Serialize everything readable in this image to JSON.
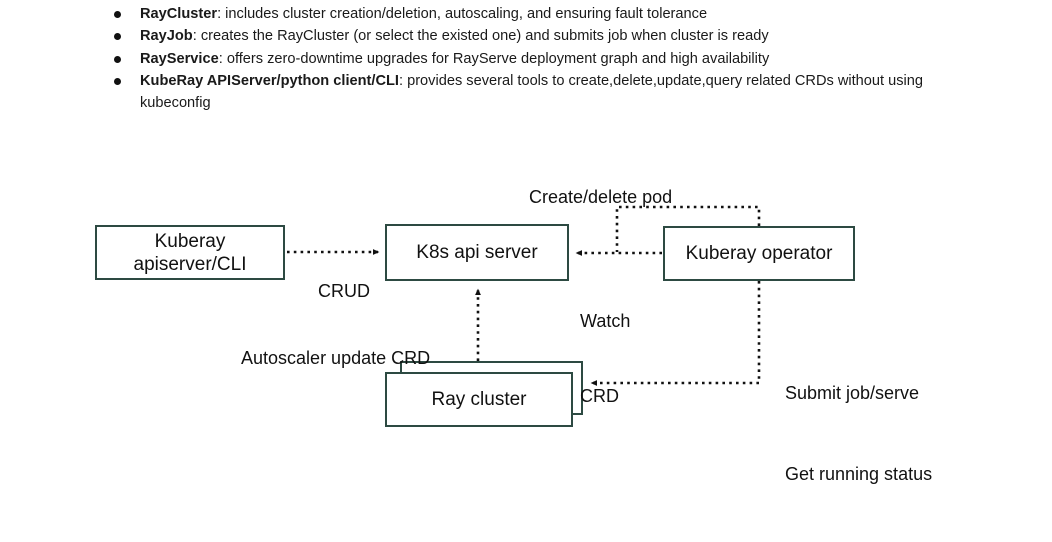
{
  "bullets": [
    {
      "marker": "bullet-dot",
      "term": "RayCluster",
      "rest": ": includes cluster creation/deletion, autoscaling, and ensuring fault tolerance"
    },
    {
      "marker": "bullet-dot",
      "term": "RayJob",
      "rest": ": creates the RayCluster (or select the existed one) and submits job when cluster is ready"
    },
    {
      "marker": "bullet-dot",
      "term": "RayService",
      "rest": ": offers zero-downtime upgrades for RayServe deployment graph and high availability"
    },
    {
      "marker": "bullet-dot",
      "term": "KubeRay APIServer/python client/CLI",
      "rest": ": provides several tools to create,delete,update,query related CRDs",
      "continuation": "without using kubeconfig"
    }
  ],
  "diagram": {
    "nodes": {
      "kuberay_apiserver": {
        "line1": "Kuberay",
        "line2": "apiserver/CLI"
      },
      "k8s_api_server": {
        "label": "K8s api server"
      },
      "kuberay_operator": {
        "label": "Kuberay operator"
      },
      "ray_cluster": {
        "label": "Ray cluster"
      }
    },
    "edge_labels": {
      "crud": "CRUD",
      "create_delete_pod": "Create/delete pod",
      "watch_crd_line1": "Watch",
      "watch_crd_line2": "CRD",
      "autoscaler_update_crd": "Autoscaler update CRD",
      "submit_job_line1": "Submit job/serve",
      "submit_job_line2": "Get running status"
    },
    "colors": {
      "node_border": "#2d4a42",
      "wire": "#111111",
      "text": "#111111",
      "background": "#ffffff"
    }
  }
}
